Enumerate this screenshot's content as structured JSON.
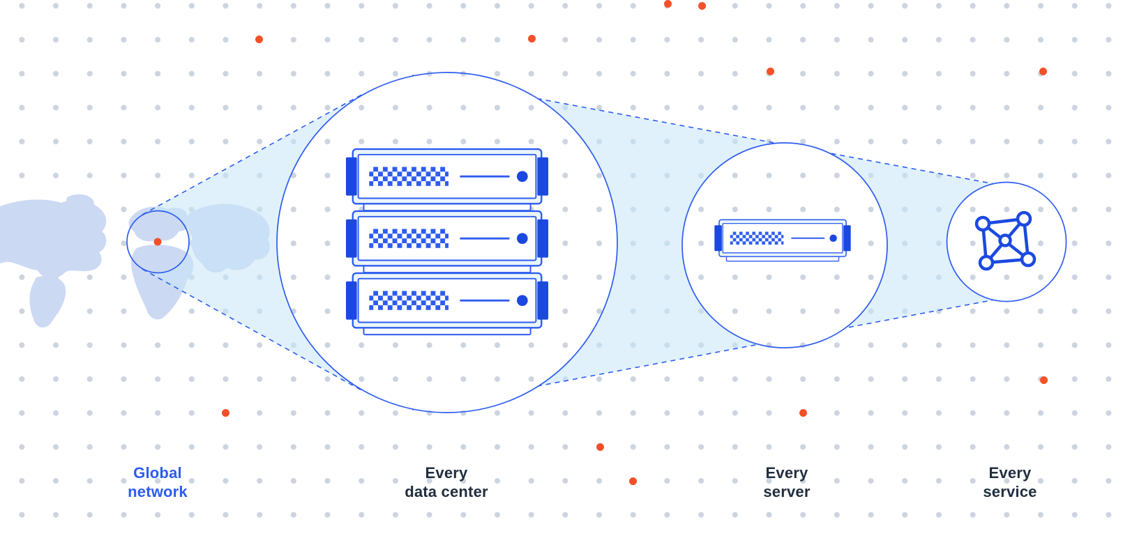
{
  "labels": {
    "global_network": "Global\nnetwork",
    "every_data_center": "Every\ndata center",
    "every_server": "Every\nserver",
    "every_service": "Every\nservice"
  },
  "icons": {
    "left": "world-map",
    "left_marker": "location-dot-icon",
    "center_large": "server-rack-icon",
    "center_right": "server-unit-icon",
    "right": "network-graph-icon"
  },
  "colors": {
    "primary_blue": "#2d5cf0",
    "dark_blue": "#1b49e0",
    "accent_orange": "#f4502a",
    "beam_fill": "rgba(199,229,247,0.55)",
    "map_fill": "#ccd9f3",
    "grid_dot": "#ccd4e0",
    "label_dark": "#212e3e",
    "label_blue": "#2d5cf0"
  }
}
